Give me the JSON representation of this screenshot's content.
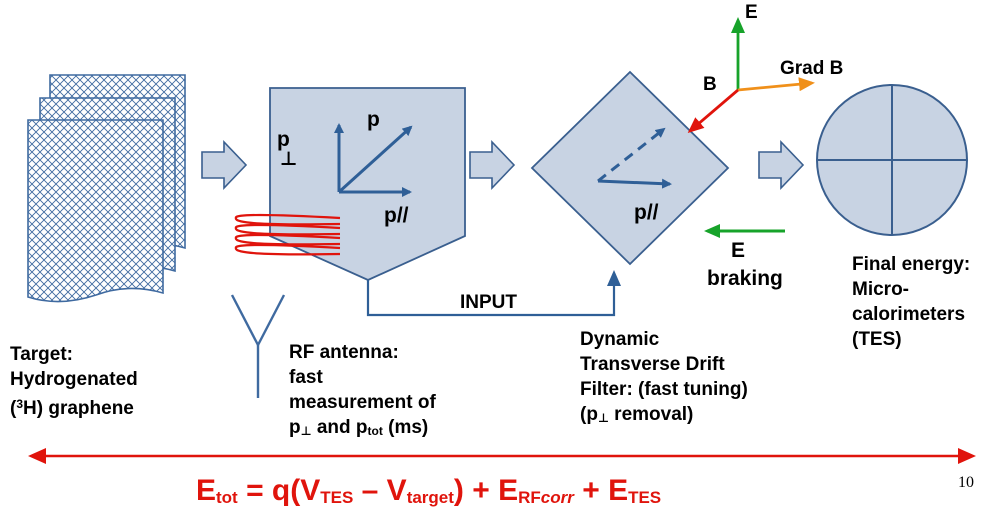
{
  "target": {
    "line1": "Target:",
    "line2": "Hydrogenated",
    "line3_pre": "(",
    "line3_sup": "3",
    "line3_post": "H) graphene"
  },
  "rf_antenna": {
    "line1": "RF antenna:",
    "line2": "fast",
    "line3": "measurement of",
    "p_perp": "p",
    "perp_sym": "⊥",
    "and": " and p",
    "tot_sub": "tot",
    "ms": " (ms)"
  },
  "chamber": {
    "p_label": "p",
    "p_perp_label": "p",
    "perp_sym": "⊥",
    "p_par_label": "p//"
  },
  "input_label": "INPUT",
  "filter": {
    "p_par_label": "p//",
    "line1": "Dynamic",
    "line2": "Transverse Drift",
    "line3": "Filter: (fast tuning)",
    "line4_pre": "(p",
    "line4_sub": "⊥",
    "line4_post": " removal)"
  },
  "axes": {
    "e_label": "E",
    "b_label": "B",
    "gradb_label": "Grad B"
  },
  "braking": {
    "e_label": "E",
    "text": "braking"
  },
  "final": {
    "line1": "Final energy:",
    "line2": "Micro-",
    "line3": "calorimeters",
    "line4": "(TES)"
  },
  "formula": {
    "e": "E",
    "tot": "tot",
    "eq": " = q(V",
    "tes": "TES",
    "minus": " – V",
    "target": "target",
    "plus1": ") + E",
    "rf": "RF",
    "corr": "corr",
    "plus2": " + E",
    "tes2": "TES"
  },
  "page_number": "10",
  "colors": {
    "shape_fill": "#c8d3e3",
    "shape_stroke": "#3a5f8f",
    "arrow_blue": "#2f5f97",
    "red": "#e0140c",
    "green": "#17a32a",
    "orange": "#f0901a"
  }
}
